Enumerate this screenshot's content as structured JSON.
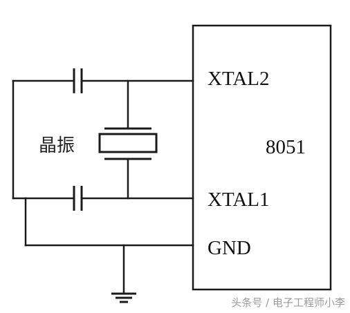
{
  "chip": {
    "name": "8051",
    "pins": {
      "xtal2": "XTAL2",
      "xtal1": "XTAL1",
      "gnd": "GND"
    }
  },
  "crystal": {
    "label": "晶振"
  },
  "watermark": {
    "text": "头条号 / 电子工程师小李"
  }
}
